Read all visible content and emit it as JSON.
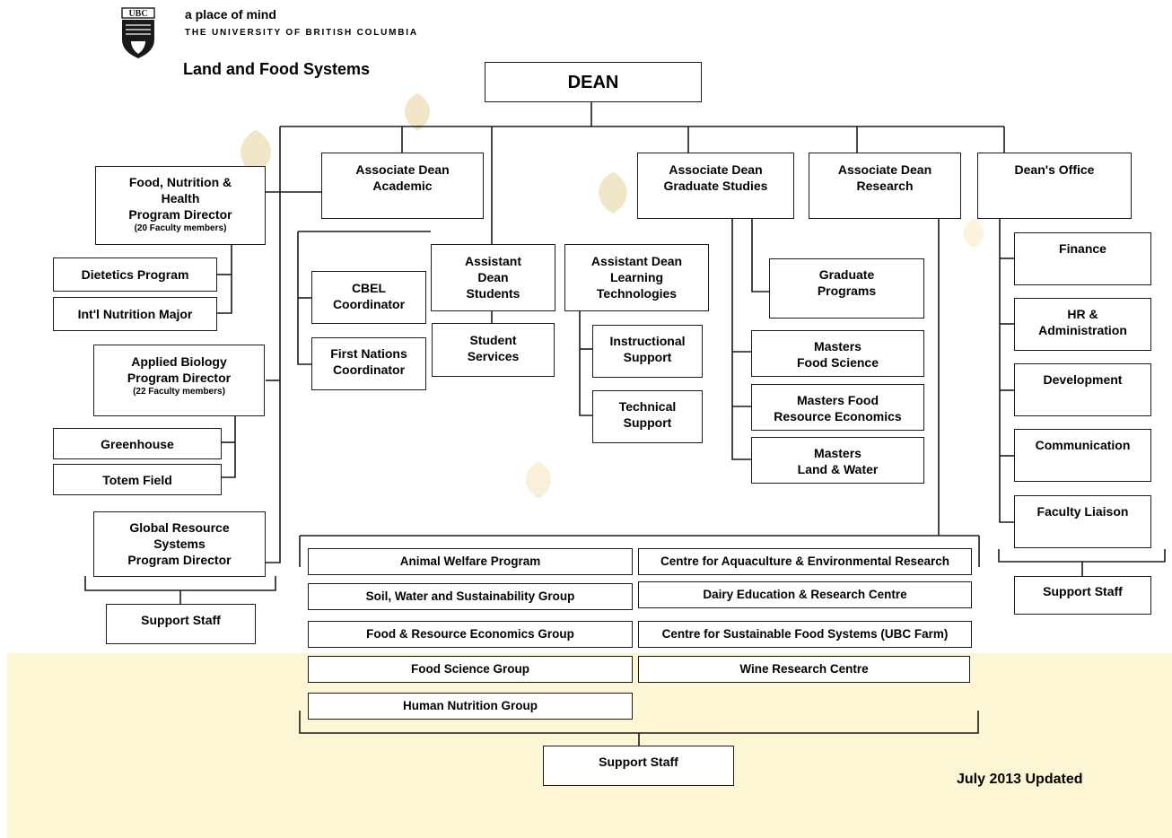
{
  "header": {
    "logo_text": "UBC",
    "tagline": "a place of mind",
    "university": "THE UNIVERSITY OF BRITISH COLUMBIA",
    "faculty": "Land and Food Systems"
  },
  "org": {
    "dean": "DEAN",
    "fnh": {
      "l1": "Food, Nutrition &",
      "l2": "Health",
      "l3": "Program Director",
      "sub": "(20 Faculty members)"
    },
    "dietetics": "Dietetics Program",
    "intl_nutrition": "Int'l Nutrition Major",
    "applied_bio": {
      "l1": "Applied Biology",
      "l2": "Program Director",
      "sub": "(22 Faculty members)"
    },
    "greenhouse": "Greenhouse",
    "totem": "Totem Field",
    "global_resource": {
      "l1": "Global Resource",
      "l2": "Systems",
      "l3": "Program Director"
    },
    "support_left": "Support Staff",
    "ad_academic": {
      "l1": "Associate Dean",
      "l2": "Academic"
    },
    "cbel": {
      "l1": "CBEL",
      "l2": "Coordinator"
    },
    "first_nations": {
      "l1": "First Nations",
      "l2": "Coordinator"
    },
    "ad_students": {
      "l1": "Assistant",
      "l2": "Dean",
      "l3": "Students"
    },
    "student_services": {
      "l1": "Student",
      "l2": "Services"
    },
    "ad_learning": {
      "l1": "Assistant Dean",
      "l2": "Learning",
      "l3": "Technologies"
    },
    "instructional": {
      "l1": "Instructional",
      "l2": "Support"
    },
    "technical": {
      "l1": "Technical",
      "l2": "Support"
    },
    "ad_graduate": {
      "l1": "Associate Dean",
      "l2": "Graduate Studies"
    },
    "graduate_programs": {
      "l1": "Graduate",
      "l2": "Programs"
    },
    "masters_fs": {
      "l1": "Masters",
      "l2": "Food Science"
    },
    "masters_fre": {
      "l1": "Masters Food",
      "l2": "Resource Economics"
    },
    "masters_lw": {
      "l1": "Masters",
      "l2": "Land & Water"
    },
    "ad_research": {
      "l1": "Associate Dean",
      "l2": "Research"
    },
    "deans_office": "Dean's Office",
    "finance": "Finance",
    "hr": {
      "l1": "HR &",
      "l2": "Administration"
    },
    "development": "Development",
    "communication": "Communication",
    "faculty_liaison": "Faculty Liaison",
    "support_right": "Support Staff",
    "units_left": [
      "Animal Welfare Program",
      "Soil, Water and Sustainability Group",
      "Food & Resource Economics Group",
      "Food Science Group",
      "Human Nutrition Group"
    ],
    "units_right": [
      "Centre for Aquaculture & Environmental Research",
      "Dairy Education & Research Centre",
      "Centre for Sustainable Food Systems (UBC Farm)",
      "Wine Research Centre"
    ],
    "support_bottom": "Support Staff"
  },
  "footer": {
    "updated": "July 2013 Updated"
  },
  "colors": {
    "leaf": "#efe3c4",
    "band": "#fcf6d4",
    "line": "#1a1a1a",
    "shield": "#1a1a1a"
  }
}
